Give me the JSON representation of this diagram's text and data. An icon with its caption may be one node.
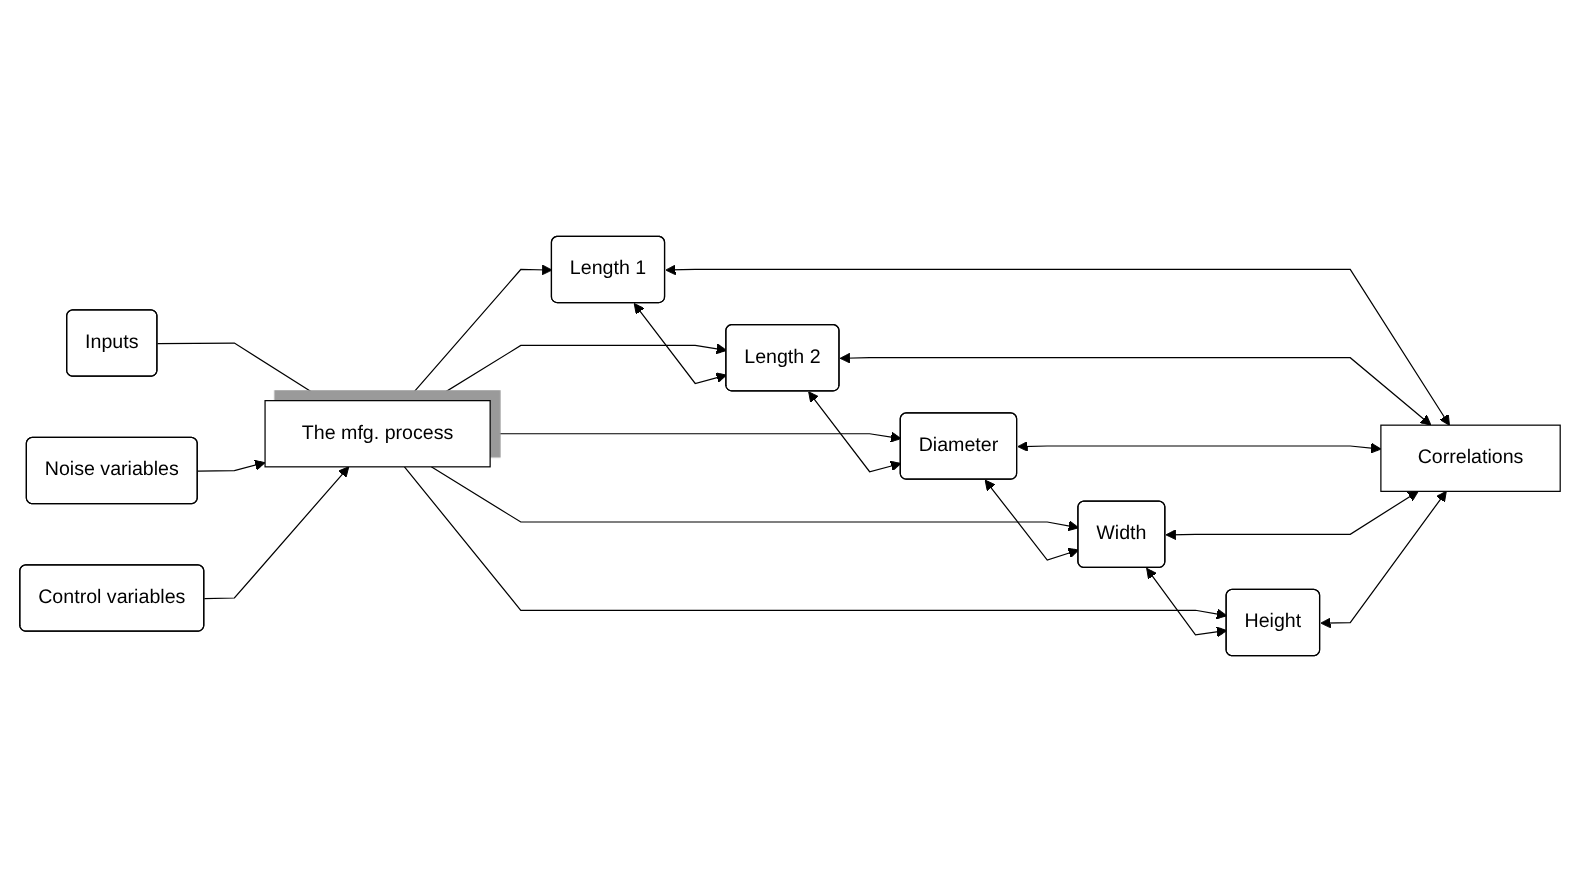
{
  "diagram": {
    "nodes": [
      {
        "text": [
          "Inputs"
        ]
      },
      {
        "text": [
          "Noise variables"
        ]
      },
      {
        "text": [
          "The mfg. process"
        ]
      },
      {
        "text": [
          "Control variables"
        ]
      },
      {
        "text": [
          "Length 1"
        ]
      },
      {
        "text": [
          "Length 2"
        ]
      },
      {
        "text": [
          "Diameter"
        ]
      },
      {
        "text": [
          "Width"
        ]
      },
      {
        "text": [
          "Height"
        ]
      },
      {
        "text": [
          "Correlations"
        ]
      }
    ],
    "edges": [
      {
        "from": 0,
        "to": 2,
        "arrow": "to"
      },
      {
        "from": 1,
        "to": 2,
        "arrow": "to"
      },
      {
        "from": 3,
        "to": 2,
        "arrow": "to"
      },
      {
        "from": 2,
        "to": 4,
        "arrow": "to"
      },
      {
        "from": 2,
        "to": 5,
        "arrow": "to"
      },
      {
        "from": 2,
        "to": 6,
        "arrow": "to"
      },
      {
        "from": 2,
        "to": 7,
        "arrow": "to"
      },
      {
        "from": 2,
        "to": 8,
        "arrow": "to"
      },
      {
        "from": 4,
        "to": 5,
        "arrow": "both"
      },
      {
        "from": 5,
        "to": 6,
        "arrow": "both"
      },
      {
        "from": 6,
        "to": 7,
        "arrow": "both"
      },
      {
        "from": 7,
        "to": 8,
        "arrow": "both"
      },
      {
        "from": 4,
        "to": 9,
        "arrow": "both"
      },
      {
        "from": 5,
        "to": 9,
        "arrow": "both"
      },
      {
        "from": 6,
        "to": 9,
        "arrow": "both"
      },
      {
        "from": 7,
        "to": 9,
        "arrow": "both"
      },
      {
        "from": 8,
        "to": 9,
        "arrow": "both"
      }
    ]
  }
}
